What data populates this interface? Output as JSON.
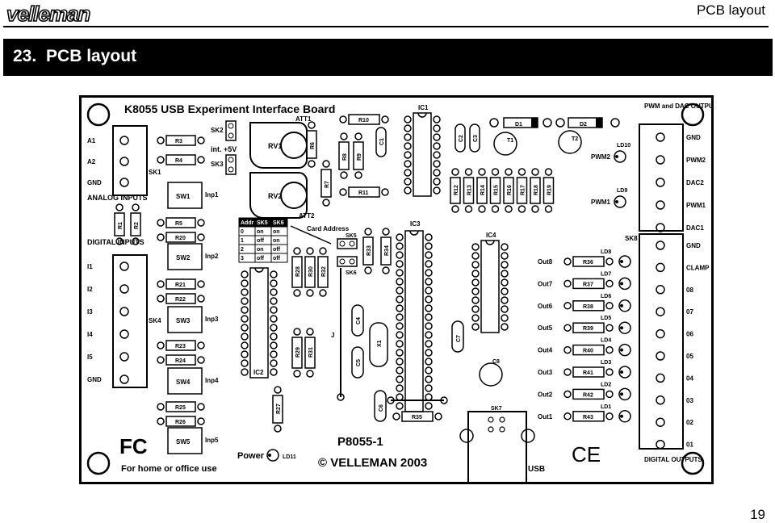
{
  "header": {
    "logo_text": "velleman",
    "title": "PCB layout"
  },
  "section": {
    "number": "23.",
    "title": "PCB layout"
  },
  "board": {
    "title": "K8055 USB Experiment Interface Board",
    "part_number": "P8055-1",
    "copyright": "© VELLEMAN 2003",
    "footer_note": "For home or office use",
    "power_label": "Power",
    "power_led": "LD11",
    "usb_label": "USB",
    "usb_connector": "SK7",
    "card_address_label": "Card Address",
    "analog_inputs_label": "ANALOG INPUTS",
    "digital_inputs_label": "DIGITAL INPUTS",
    "pwm_dac_outputs_label": "PWM and DAC OUTPUTS",
    "digital_outputs_label": "DIGITAL OUTPUTS",
    "int5v_label": "int. +5V",
    "sk2": "SK2",
    "sk3": "SK3",
    "sk1": "SK1",
    "sk4": "SK4",
    "sk5": "SK5",
    "sk6": "SK6",
    "sk8": "SK8",
    "att1": "ATT1",
    "att2": "ATT2",
    "rv1": "RV1",
    "rv2": "RV2",
    "ic1": "IC1",
    "ic2": "IC2",
    "ic3": "IC3",
    "ic4": "IC4",
    "d1": "D1",
    "d2": "D2",
    "t1": "T1",
    "t2": "T2",
    "c8": "C8",
    "x1": "X1",
    "j_label": "J",
    "ce_mark": "CE",
    "fc_mark": "FC",
    "address_table": {
      "headers": [
        "Addr",
        "SK5",
        "SK6"
      ],
      "rows": [
        [
          "0",
          "on",
          "on"
        ],
        [
          "1",
          "off",
          "on"
        ],
        [
          "2",
          "on",
          "off"
        ],
        [
          "3",
          "off",
          "off"
        ]
      ]
    },
    "left_terminals_analog": [
      "A1",
      "A2",
      "GND"
    ],
    "left_terminals_digital": [
      "I1",
      "I2",
      "I3",
      "I4",
      "I5",
      "GND"
    ],
    "right_terminals_pwm": [
      "GND",
      "PWM2",
      "DAC2",
      "PWM1",
      "DAC1"
    ],
    "right_terminals_digital": [
      "GND",
      "CLAMP",
      "08",
      "07",
      "06",
      "05",
      "04",
      "03",
      "02",
      "01"
    ],
    "switches": [
      {
        "name": "SW1",
        "inp": "Inp1"
      },
      {
        "name": "SW2",
        "inp": "Inp2"
      },
      {
        "name": "SW3",
        "inp": "Inp3"
      },
      {
        "name": "SW4",
        "inp": "Inp4"
      },
      {
        "name": "SW5",
        "inp": "Inp5"
      }
    ],
    "left_resistors": [
      "R3",
      "R4",
      "R5",
      "R20",
      "R21",
      "R22",
      "R23",
      "R24",
      "R25",
      "R26"
    ],
    "vertical_resistors_left": [
      "R1",
      "R2"
    ],
    "vertical_resistors_mid": [
      "R6",
      "R7",
      "R8",
      "R9",
      "R28",
      "R30",
      "R32",
      "R29",
      "R31",
      "R33",
      "R34",
      "R27"
    ],
    "top_resistors": [
      "R10",
      "R11"
    ],
    "bottom_resistor": "R35",
    "vertical_resistors_right": [
      "R12",
      "R13",
      "R14",
      "R15",
      "R16",
      "R17",
      "R18",
      "R19"
    ],
    "capacitors": [
      "C1",
      "C2",
      "C3",
      "C4",
      "C5",
      "C6",
      "C7"
    ],
    "outputs": [
      {
        "label": "Out8",
        "r": "R36",
        "led": "LD8"
      },
      {
        "label": "Out7",
        "r": "R37",
        "led": "LD7"
      },
      {
        "label": "Out6",
        "r": "R38",
        "led": "LD6"
      },
      {
        "label": "Out5",
        "r": "R39",
        "led": "LD5"
      },
      {
        "label": "Out4",
        "r": "R40",
        "led": "LD4"
      },
      {
        "label": "Out3",
        "r": "R41",
        "led": "LD3"
      },
      {
        "label": "Out2",
        "r": "R42",
        "led": "LD2"
      },
      {
        "label": "Out1",
        "r": "R43",
        "led": "LD1"
      }
    ],
    "pwm_leds": [
      {
        "label": "PWM2",
        "led": "LD10"
      },
      {
        "label": "PWM1",
        "led": "LD9"
      }
    ]
  },
  "page_number": "19"
}
